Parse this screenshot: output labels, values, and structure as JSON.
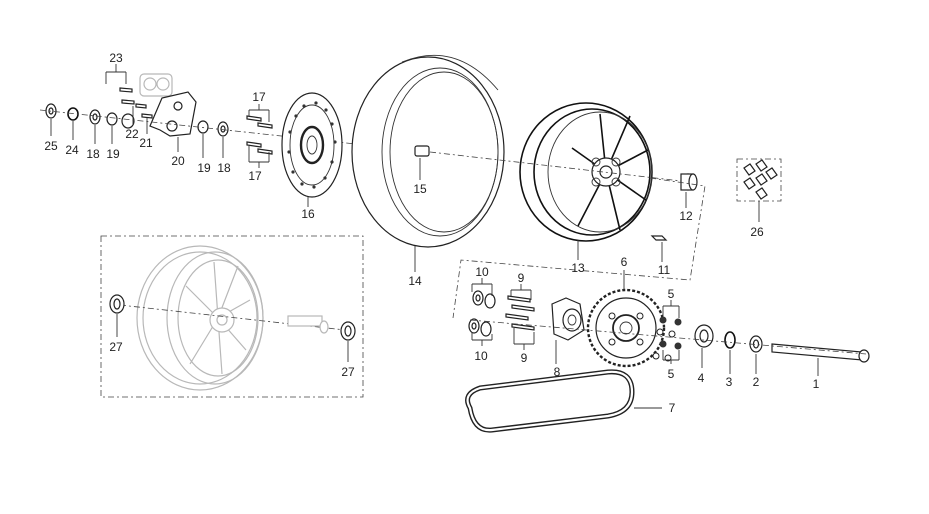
{
  "callouts": [
    {
      "id": "c1",
      "text": "1"
    },
    {
      "id": "c2",
      "text": "2"
    },
    {
      "id": "c3",
      "text": "3"
    },
    {
      "id": "c4",
      "text": "4"
    },
    {
      "id": "c5a",
      "text": "5"
    },
    {
      "id": "c5b",
      "text": "5"
    },
    {
      "id": "c6",
      "text": "6"
    },
    {
      "id": "c7",
      "text": "7"
    },
    {
      "id": "c8",
      "text": "8"
    },
    {
      "id": "c9a",
      "text": "9"
    },
    {
      "id": "c9b",
      "text": "9"
    },
    {
      "id": "c10a",
      "text": "10"
    },
    {
      "id": "c10b",
      "text": "10"
    },
    {
      "id": "c11",
      "text": "11"
    },
    {
      "id": "c12",
      "text": "12"
    },
    {
      "id": "c13",
      "text": "13"
    },
    {
      "id": "c14",
      "text": "14"
    },
    {
      "id": "c15",
      "text": "15"
    },
    {
      "id": "c16",
      "text": "16"
    },
    {
      "id": "c17a",
      "text": "17"
    },
    {
      "id": "c17b",
      "text": "17"
    },
    {
      "id": "c18a",
      "text": "18"
    },
    {
      "id": "c18b",
      "text": "18"
    },
    {
      "id": "c19a",
      "text": "19"
    },
    {
      "id": "c19b",
      "text": "19"
    },
    {
      "id": "c20",
      "text": "20"
    },
    {
      "id": "c21",
      "text": "21"
    },
    {
      "id": "c22",
      "text": "22"
    },
    {
      "id": "c23",
      "text": "23"
    },
    {
      "id": "c24",
      "text": "24"
    },
    {
      "id": "c25",
      "text": "25"
    },
    {
      "id": "c26",
      "text": "26"
    },
    {
      "id": "c27a",
      "text": "27"
    },
    {
      "id": "c27b",
      "text": "27"
    }
  ]
}
